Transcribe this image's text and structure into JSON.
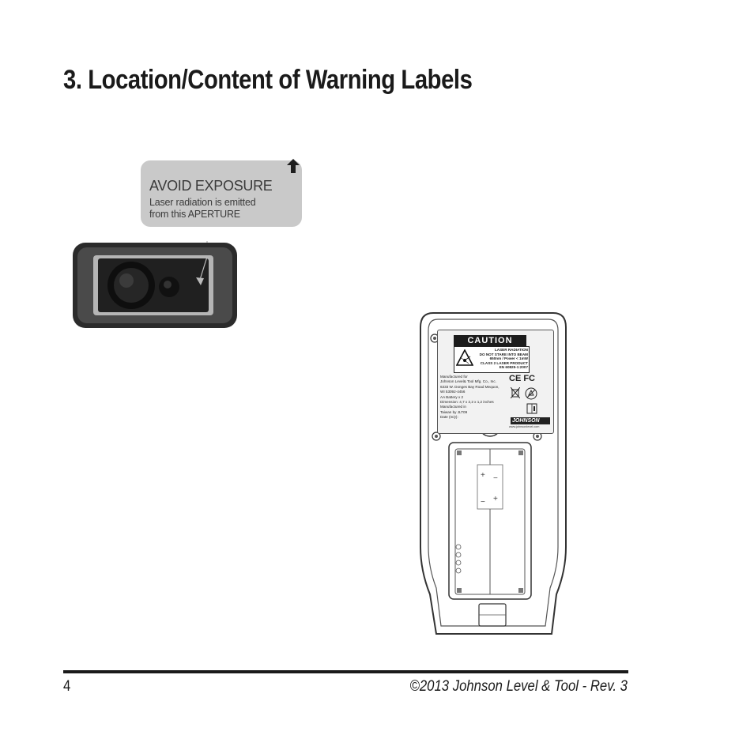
{
  "heading": "3. Location/Content of Warning Labels",
  "aperture_label": {
    "title": "AVOID EXPOSURE",
    "text": "Laser radiation is emitted\nfrom this APERTURE"
  },
  "caution_label": {
    "banner": "CAUTION",
    "warning_text": "LASER RADIATION\nDO NOT STARE INTO BEAM\n650nm / Power < 1mW\nCLASS 2 LASER PRODUCT\nEN 60825-1:2007",
    "manufacturer_text": "Manufactured for\nJohnson Level& Tool Mfg. Co., Inc.\n6333 W. Donges Bay Road Mequon,\nWI 53092-4456\nAA Battery x 2\nDimension: 4,7 x 2,2 x 1,2 inches\nManufactured in\nTaiwan by JLT09\nDate (m/y):",
    "marks": "CE FC",
    "brand": "JOHNSON",
    "brand_url": "www.johnsonlevel.com"
  },
  "footer": {
    "page_number": "4",
    "copyright": "©2013 Johnson Level & Tool - Rev. 3"
  },
  "colors": {
    "text": "#1a1a1a",
    "label_gray": "#c9c9c9",
    "device_dark": "#2b2b2b"
  },
  "icons": [
    "up-arrow-icon",
    "laser-hazard-icon",
    "weee-bin-icon",
    "recycle-icon",
    "manual-icon"
  ]
}
